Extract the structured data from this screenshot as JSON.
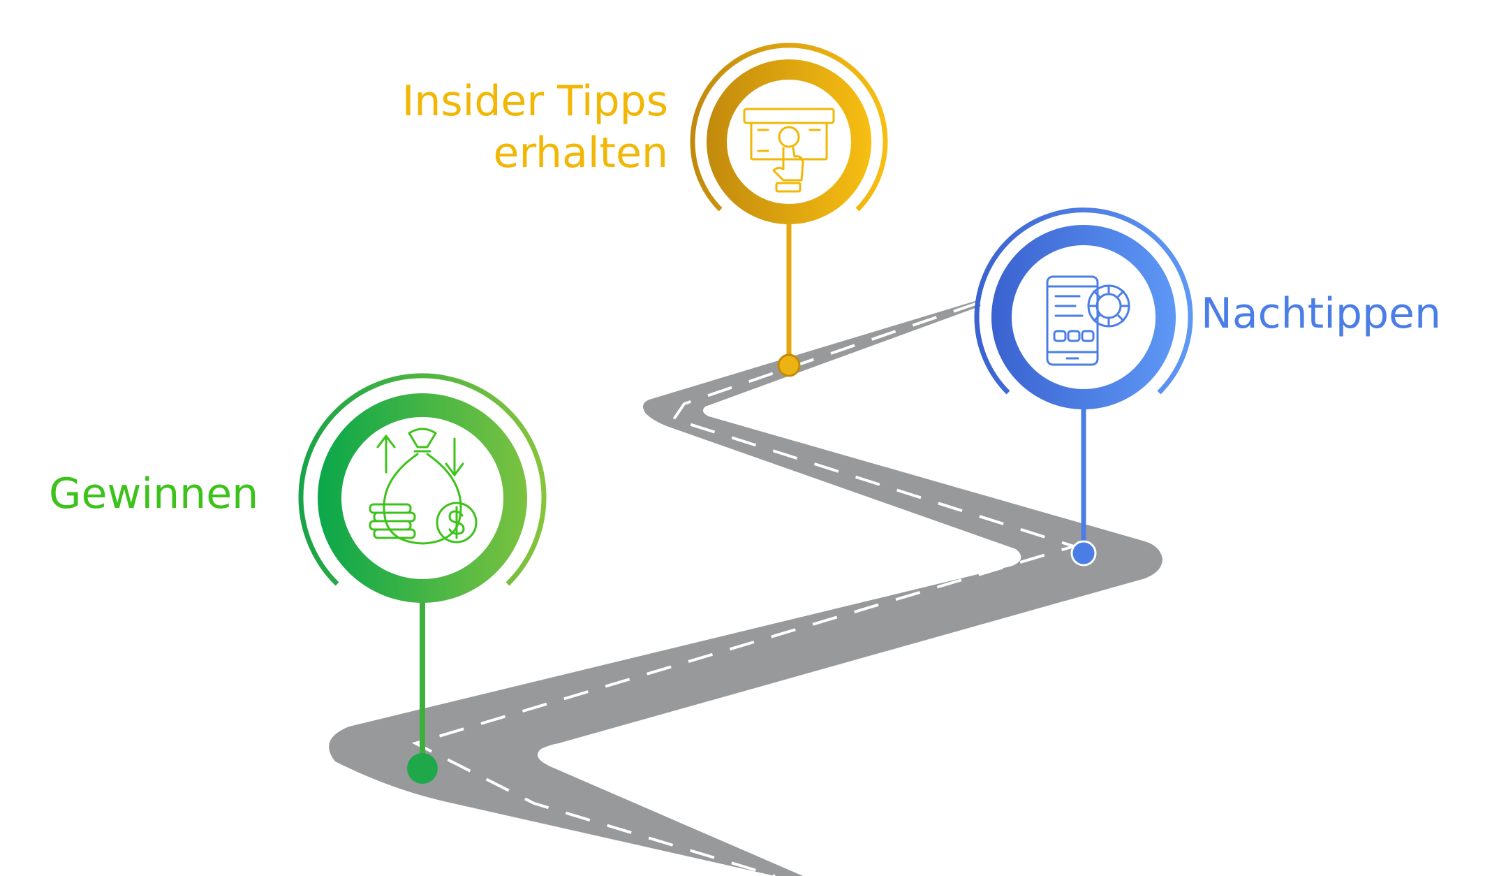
{
  "milestones": {
    "insider": {
      "title_line1": "Insider Tipps",
      "title_line2": "erhalten",
      "color": "#F2B705",
      "color_dark": "#C9920C",
      "icon": "atm-cash-withdrawal-icon"
    },
    "nachtippen": {
      "title": "Nachtippen",
      "color": "#4A7EE6",
      "color_dark": "#3A64D1",
      "icon": "mobile-casino-chip-icon"
    },
    "gewinnen": {
      "title": "Gewinnen",
      "color": "#3DC21B",
      "color_dark": "#13A04A",
      "icon": "money-bag-coins-icon"
    }
  },
  "road": {
    "color": "#98999B",
    "dash_color": "#FFFFFF"
  }
}
